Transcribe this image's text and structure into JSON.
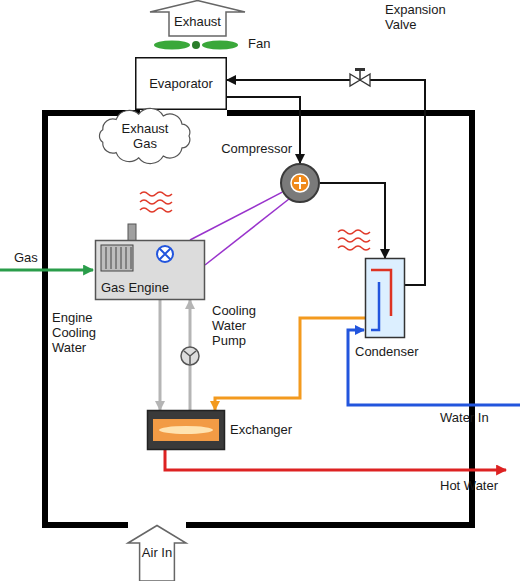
{
  "diagram": {
    "nodes": [
      {
        "text": [
          "Exhaust"
        ]
      },
      {
        "text": [
          "Evaporator"
        ]
      },
      {
        "text": [
          "Expansion Valve"
        ]
      },
      {
        "text": [
          "Exhaust Gas"
        ]
      },
      {
        "text": [
          "Compressor"
        ]
      },
      {
        "text": [
          "Gas Engine"
        ]
      },
      {
        "text": [
          "Condenser"
        ]
      },
      {
        "text": [
          "Exchanger"
        ]
      },
      {
        "text": [
          "Air In"
        ]
      }
    ],
    "edges": [
      {
        "from": 2,
        "to": 1,
        "arrow": "to"
      },
      {
        "from": 1,
        "to": 4,
        "arrow": "to"
      },
      {
        "from": 4,
        "to": 6,
        "arrow": "to"
      },
      {
        "from": 6,
        "to": 2,
        "arrow": "none"
      },
      {
        "from": 5,
        "to": 4,
        "arrow": "none"
      },
      {
        "from": 5,
        "to": 7,
        "arrow": "to"
      },
      {
        "from": 7,
        "to": 5,
        "arrow": "to"
      },
      {
        "from": 6,
        "to": 7,
        "arrow": "to"
      }
    ],
    "labels": [
      "Fan",
      "Gas",
      "Engine Cooling Water",
      "Cooling Water Pump",
      "Water In",
      "Hot Water"
    ]
  }
}
